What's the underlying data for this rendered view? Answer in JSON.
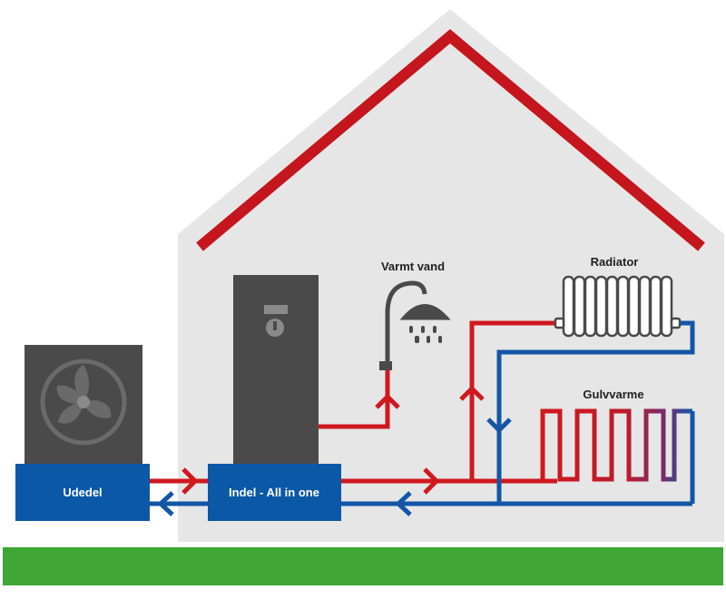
{
  "labels": {
    "outdoor_unit": "Udedel",
    "indoor_unit": "Indel - All in one",
    "hot_water": "Varmt vand",
    "radiator": "Radiator",
    "floor_heating": "Gulvvarme"
  },
  "icons": {
    "fan": "fan-icon",
    "shower": "shower-icon",
    "radiator": "radiator-icon",
    "floor_coil": "floor-heating-coil-icon"
  },
  "colors": {
    "house_wall": "#e6e6e6",
    "roof": "#c4161c",
    "supply_pipe": "#d0181f",
    "return_pipe": "#1356a6",
    "unit_box": "#0a58a6",
    "appliance": "#4a4a4a",
    "grass": "#3fa535"
  }
}
